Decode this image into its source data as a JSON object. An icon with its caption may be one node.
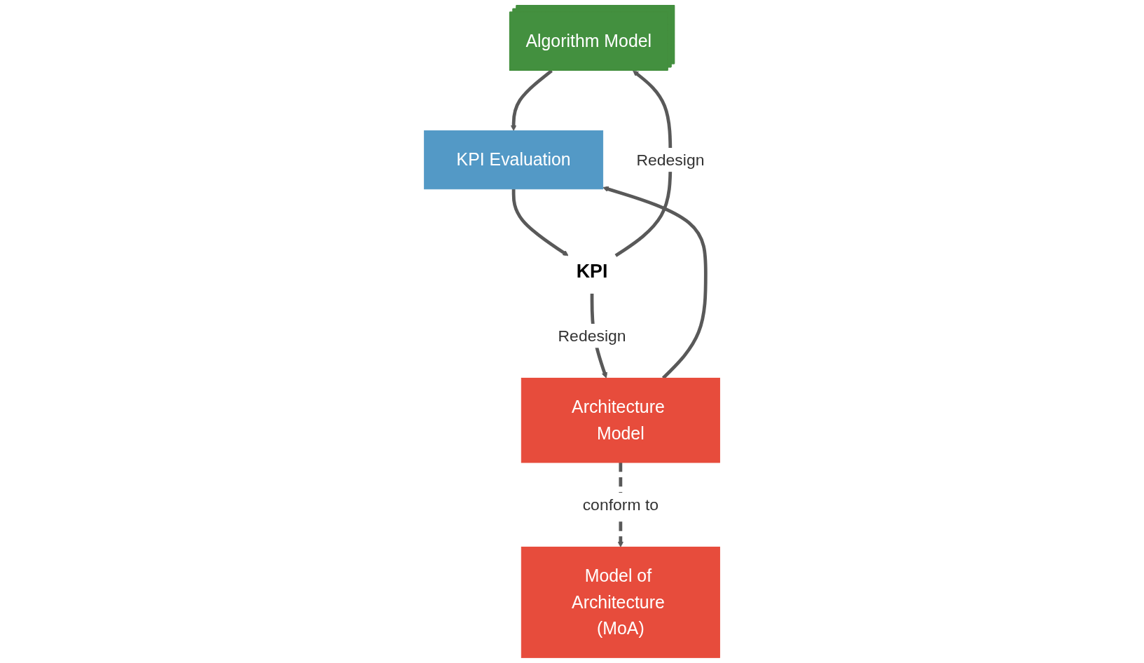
{
  "diagram": {
    "nodes": [
      {
        "text": [
          "Model of Architecture (MoA)"
        ]
      },
      {
        "text": [
          "Algorithm Model"
        ]
      },
      {
        "text": [
          "Architecture Model"
        ]
      },
      {
        "text": [
          "KPI Evaluation"
        ]
      },
      {
        "text": [
          "KPI"
        ]
      }
    ],
    "edges": [
      {
        "from": 2,
        "to": 0,
        "arrow": "to",
        "label": "conform to",
        "style": "dashed"
      },
      {
        "from": 1,
        "to": 3,
        "arrow": "to"
      },
      {
        "from": 2,
        "to": 3,
        "arrow": "to"
      },
      {
        "from": 3,
        "to": 4,
        "arrow": "to"
      },
      {
        "from": 4,
        "to": 1,
        "arrow": "to",
        "label": "Redesign"
      },
      {
        "from": 4,
        "to": 2,
        "arrow": "to",
        "label": "Redesign"
      }
    ]
  }
}
